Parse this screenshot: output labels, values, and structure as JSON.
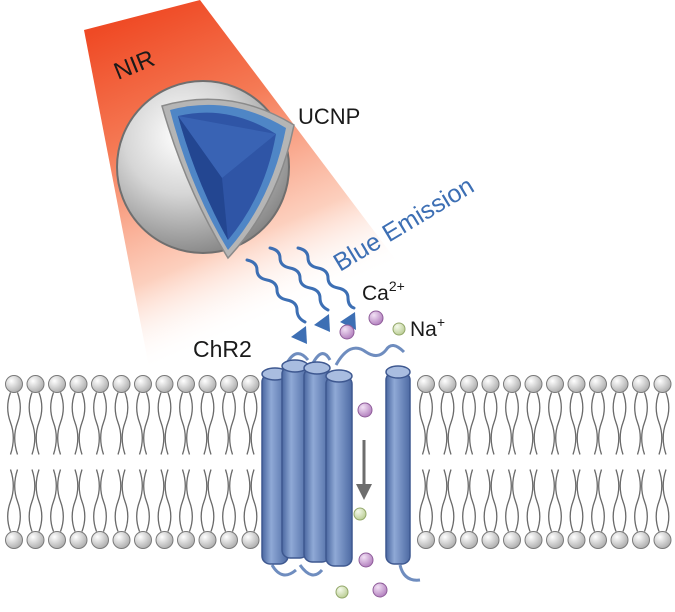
{
  "labels": {
    "nir": "NIR",
    "ucnp": "UCNP",
    "blue_emission": "Blue Emission",
    "ca_base": "Ca",
    "ca_charge": "2+",
    "na_base": "Na",
    "na_charge": "+",
    "chr2": "ChR2"
  },
  "colors": {
    "nir_beam": "#f0502a",
    "blue_emission_text": "#3d6fb4",
    "helix": "#6f8dbf",
    "ca_ion": "#c89ad0",
    "na_ion": "#d6e3b5",
    "lipid_head": "#d8d8d8",
    "core_dark": "#2d4fa0",
    "core_light": "#4f86c6"
  },
  "icons": {
    "ion_flow": "arrow-down-icon",
    "photon": "wavy-arrow-icon"
  }
}
